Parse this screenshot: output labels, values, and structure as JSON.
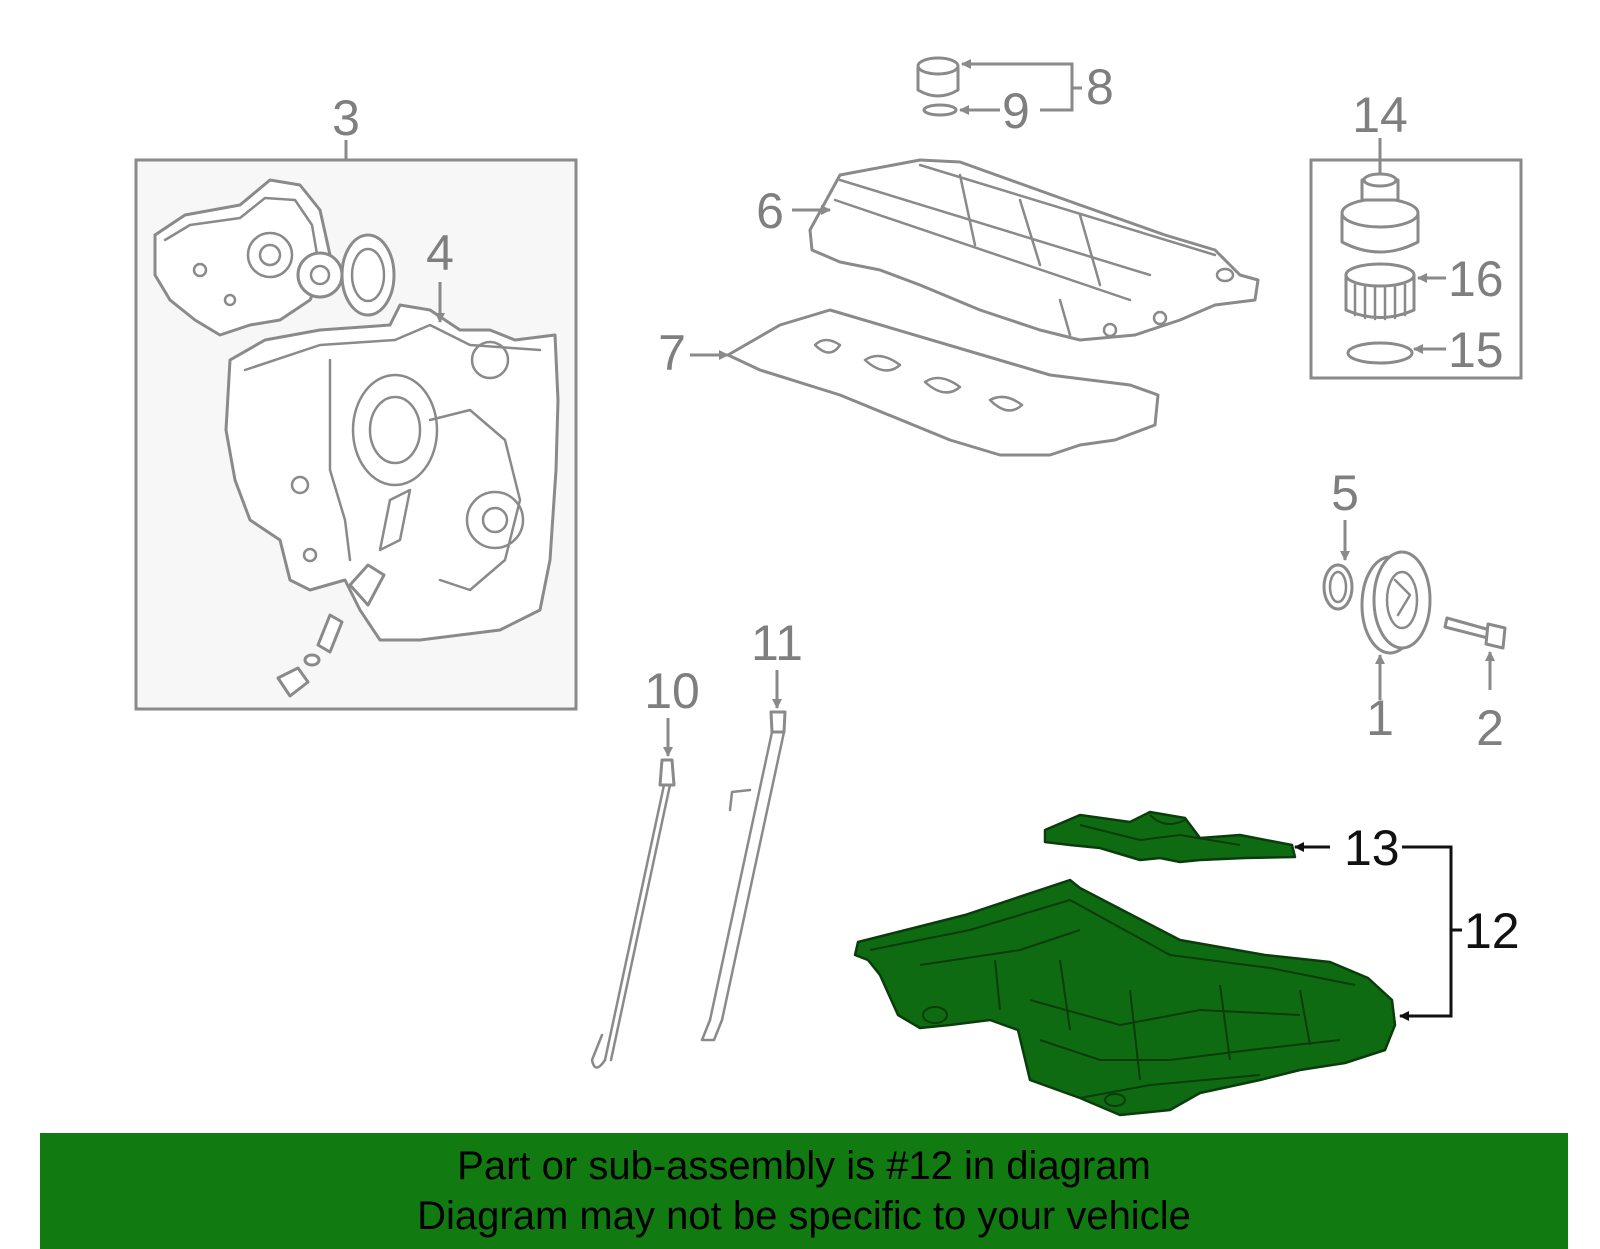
{
  "callouts": {
    "n1": "1",
    "n2": "2",
    "n3": "3",
    "n4": "4",
    "n5": "5",
    "n6": "6",
    "n7": "7",
    "n8": "8",
    "n9": "9",
    "n10": "10",
    "n11": "11",
    "n12": "12",
    "n13": "13",
    "n14": "14",
    "n15": "15",
    "n16": "16"
  },
  "highlight": {
    "part": "12",
    "color": "#117a11"
  },
  "banner": {
    "line1": "Part or sub-assembly is #12 in diagram",
    "line2": "Diagram may not be specific to your vehicle"
  }
}
